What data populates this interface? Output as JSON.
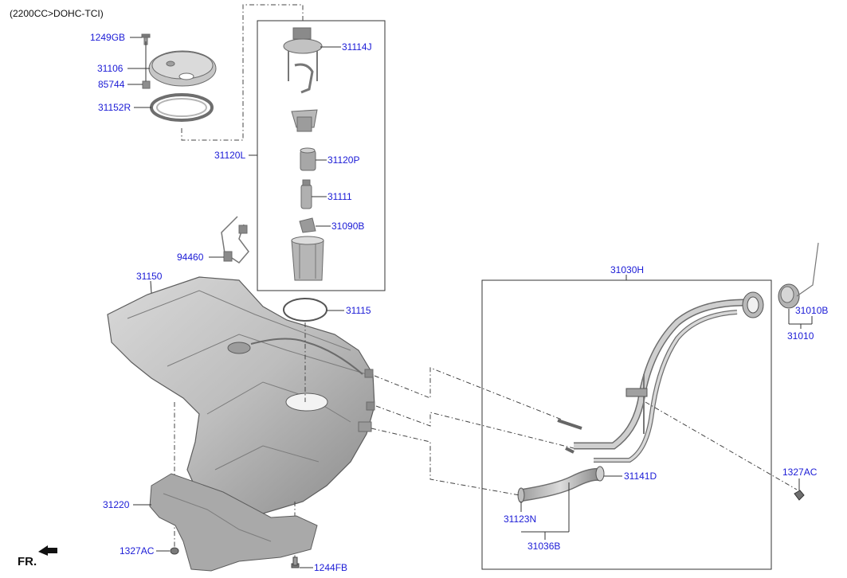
{
  "header": {
    "engine_note": "(2200CC>DOHC-TCI)"
  },
  "orientation": {
    "label": "FR."
  },
  "callouts": {
    "p1249GB": "1249GB",
    "p31106": "31106",
    "p85744": "85744",
    "p31152R": "31152R",
    "p31114J": "31114J",
    "p31120L": "31120L",
    "p31120P": "31120P",
    "p31111": "31111",
    "p31090B": "31090B",
    "p94460": "94460",
    "p31150": "31150",
    "p31115": "31115",
    "p31030H": "31030H",
    "p31010B": "31010B",
    "p31010": "31010",
    "p31141D": "31141D",
    "p1327AC_right": "1327AC",
    "p31123N": "31123N",
    "p31036B": "31036B",
    "p31220": "31220",
    "p1327AC_left": "1327AC",
    "p1244FB": "1244FB"
  },
  "colors": {
    "callout": "#1a1ad6",
    "part_fill": "#c9c9c9",
    "part_dark": "#8f8f8f",
    "line": "#333333"
  }
}
